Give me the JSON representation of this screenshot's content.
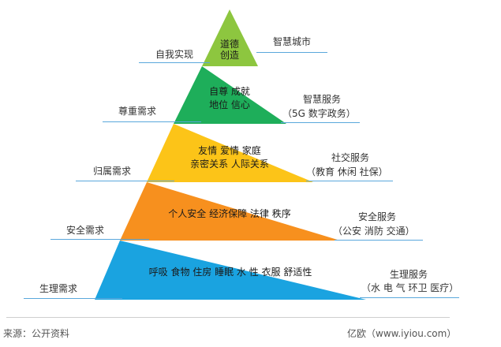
{
  "levels": [
    {
      "need": "自我实现",
      "inner_line1": "道德",
      "inner_line2": "创造",
      "service": "智慧城市",
      "service_detail": "",
      "color": "#8dc63f"
    },
    {
      "need": "尊重需求",
      "inner_line1": "自尊 成就",
      "inner_line2": "地位 信心",
      "service": "智慧服务",
      "service_detail": "（5G 数字政务）",
      "color": "#1eae5a"
    },
    {
      "need": "归属需求",
      "inner_line1": "友情 爱情 家庭",
      "inner_line2": "亲密关系 人际关系",
      "service": "社交服务",
      "service_detail": "（教育 休闲 社保）",
      "color": "#fcc418"
    },
    {
      "need": "安全需求",
      "inner_line1": "个人安全 经济保障 法律 秩序",
      "inner_line2": "",
      "service": "安全服务",
      "service_detail": "（公安 消防 交通）",
      "color": "#f7901e"
    },
    {
      "need": "生理需求",
      "inner_line1": "呼吸 食物 住房 睡眠 水 性 衣服 舒适性",
      "inner_line2": "",
      "service": "生理服务",
      "service_detail": "（水 电 气 环卫 医疗）",
      "color": "#1aa3e0"
    }
  ],
  "footer": {
    "source": "来源：公开资料",
    "brand": "亿欧（www.iyiou.com）"
  },
  "colors": {
    "label_line": "#5aa8dc"
  }
}
